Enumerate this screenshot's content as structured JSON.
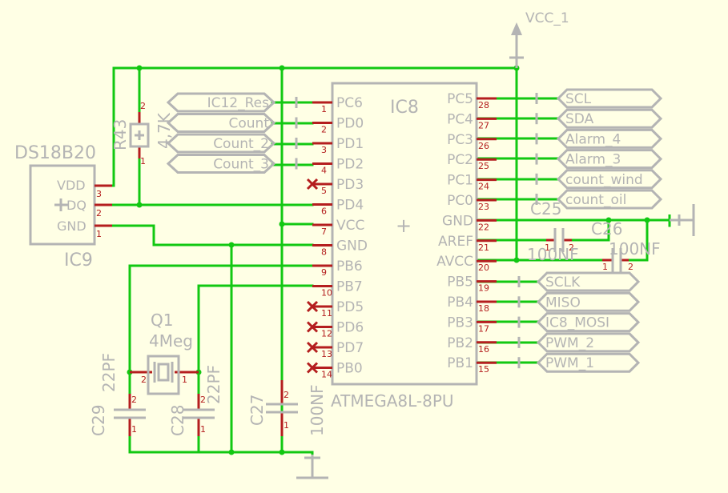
{
  "power": {
    "vcc": "VCC_1"
  },
  "ic8": {
    "name": "IC8",
    "value": "ATMEGA8L-8PU",
    "plus": "+",
    "left_pins": [
      {
        "num": "1",
        "name": "PC6"
      },
      {
        "num": "2",
        "name": "PD0"
      },
      {
        "num": "3",
        "name": "PD1"
      },
      {
        "num": "4",
        "name": "PD2"
      },
      {
        "num": "5",
        "name": "PD3"
      },
      {
        "num": "6",
        "name": "PD4"
      },
      {
        "num": "7",
        "name": "VCC"
      },
      {
        "num": "8",
        "name": "GND"
      },
      {
        "num": "9",
        "name": "PB6"
      },
      {
        "num": "10",
        "name": "PB7"
      },
      {
        "num": "11",
        "name": "PD5"
      },
      {
        "num": "12",
        "name": "PD6"
      },
      {
        "num": "13",
        "name": "PD7"
      },
      {
        "num": "14",
        "name": "PB0"
      }
    ],
    "right_pins": [
      {
        "num": "28",
        "name": "PC5"
      },
      {
        "num": "27",
        "name": "PC4"
      },
      {
        "num": "26",
        "name": "PC3"
      },
      {
        "num": "25",
        "name": "PC2"
      },
      {
        "num": "24",
        "name": "PC1"
      },
      {
        "num": "23",
        "name": "PC0"
      },
      {
        "num": "22",
        "name": "GND"
      },
      {
        "num": "21",
        "name": "AREF"
      },
      {
        "num": "20",
        "name": "AVCC"
      },
      {
        "num": "19",
        "name": "PB5"
      },
      {
        "num": "18",
        "name": "PB4"
      },
      {
        "num": "17",
        "name": "PB3"
      },
      {
        "num": "16",
        "name": "PB2"
      },
      {
        "num": "15",
        "name": "PB1"
      }
    ]
  },
  "labels_left": [
    "IC12_Res",
    "Count",
    "Count_2",
    "Count_3"
  ],
  "labels_right_top": [
    "SCL",
    "SDA",
    "Alarm_4",
    "Alarm_3",
    "count_wind",
    "count_oil"
  ],
  "labels_right_bottom": [
    "SCLK",
    "MISO",
    "IC8_MOSI",
    "PWM_2",
    "PWM_1"
  ],
  "ic9": {
    "name": "IC9",
    "value": "DS18B20",
    "pins": [
      {
        "num": "3",
        "name": "VDD"
      },
      {
        "num": "2",
        "name": "DQ"
      },
      {
        "num": "1",
        "name": "GND"
      }
    ]
  },
  "r43": {
    "name": "R43",
    "value": "4,7K",
    "pin1": "1",
    "pin2": "2"
  },
  "q1": {
    "name": "Q1",
    "value": "4Meg",
    "pin1": "1",
    "pin2": "2"
  },
  "c29": {
    "name": "C29",
    "value": "22PF",
    "pin1": "1",
    "pin2": "2"
  },
  "c28": {
    "name": "C28",
    "value": "22PF",
    "pin1": "1",
    "pin2": "2"
  },
  "c27": {
    "name": "C27",
    "value": "100NF",
    "pin1": "1",
    "pin2": "2"
  },
  "c25": {
    "name": "C25",
    "value": "100NF",
    "pin1": "1",
    "pin2": "2"
  },
  "c26": {
    "name": "C26",
    "value": "100NF",
    "pin1": "1",
    "pin2": "2"
  },
  "colors": {
    "wire": "#12c812",
    "pin": "#b41e1e",
    "symbol": "#b4b4b4",
    "background": "#ffffe5"
  }
}
